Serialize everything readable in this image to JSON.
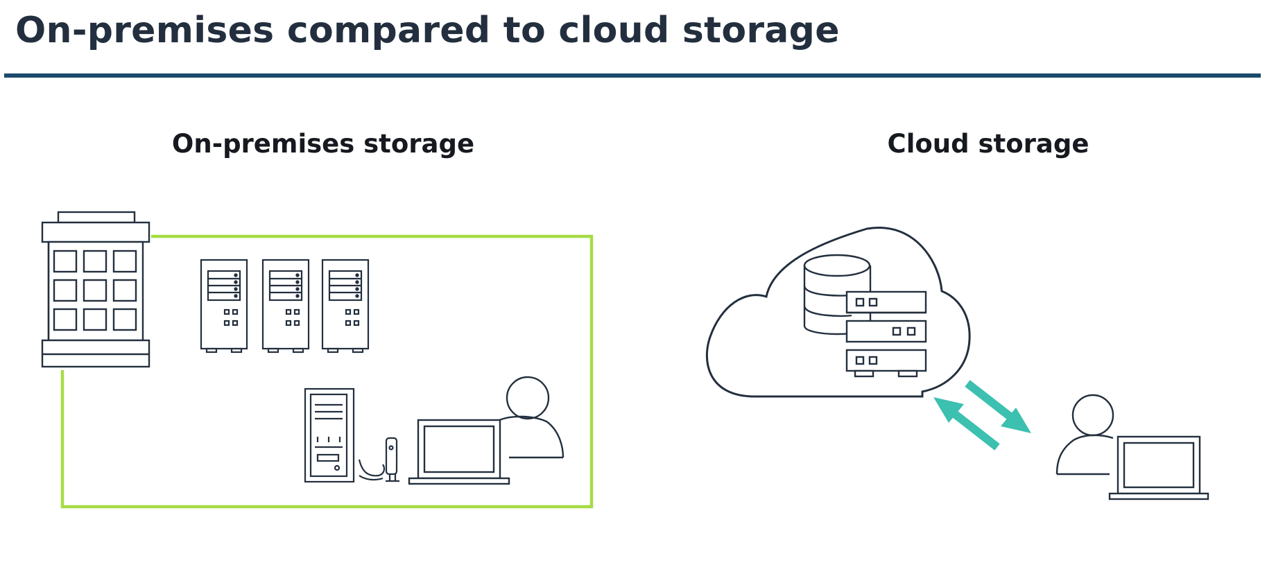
{
  "slide": {
    "title": "On-premises compared to cloud storage",
    "rule_color": "#1b4a6b"
  },
  "sections": {
    "on_premises": {
      "heading": "On-premises storage",
      "border_color": "#a6dc44"
    },
    "cloud": {
      "heading": "Cloud storage",
      "arrow_color": "#3cc0b0"
    }
  },
  "icons": {
    "left": [
      "office-building-icon",
      "server-tower-icon",
      "server-tower-icon",
      "server-tower-icon",
      "desktop-tower-icon",
      "network-cable-icon",
      "user-icon",
      "laptop-icon"
    ],
    "right": [
      "cloud-icon",
      "database-icon",
      "server-rack-icon",
      "upload-arrow-icon",
      "download-arrow-icon",
      "user-icon",
      "laptop-icon"
    ]
  }
}
